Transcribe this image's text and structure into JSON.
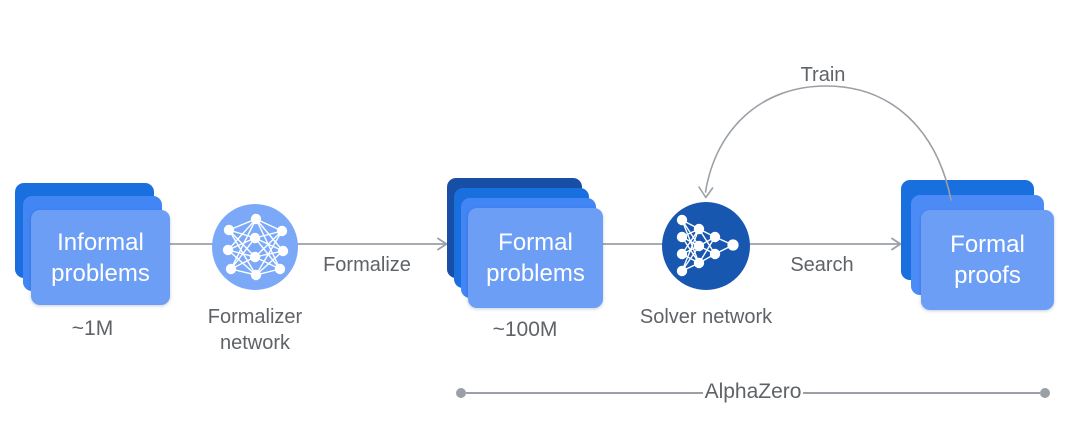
{
  "stacks": [
    {
      "label": "Informal problems",
      "count": "~1M"
    },
    {
      "label": "Formal problems",
      "count": "~100M"
    },
    {
      "label": "Formal proofs"
    }
  ],
  "networks": [
    {
      "label": "Formalizer network"
    },
    {
      "label": "Solver network"
    }
  ],
  "edges": {
    "formalize_label": "Formalize",
    "search_label": "Search",
    "train_label": "Train"
  },
  "bracket": {
    "label": "AlphaZero"
  },
  "colors": {
    "card_front": "#6D9EF6",
    "card_mid": "#4285F4",
    "card_back": "#1A6FDF",
    "card_deep": "#174EA6",
    "formalizer_circle": "#7BA9F8",
    "solver_circle": "#1757B0",
    "arrow_gray": "#9AA0A6",
    "label_gray": "#5F6368",
    "card_text": "#FFFFFF"
  }
}
